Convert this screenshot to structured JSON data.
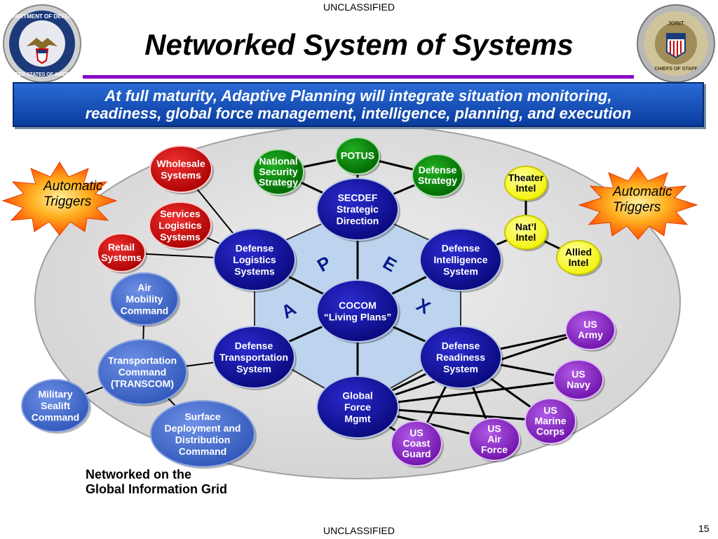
{
  "classification_top": "UNCLASSIFIED",
  "classification_bottom": "UNCLASSIFIED",
  "page_number": "15",
  "title": "Networked System of Systems",
  "banner_lines": [
    "At full maturity, Adaptive Planning will integrate situation monitoring,",
    "readiness, global force management, intelligence, planning, and execution"
  ],
  "seals": [
    {
      "name": "department-of-defense-seal",
      "text": [
        "DEPARTMENT OF DEFENSE",
        "UNITED STATES OF AMERICA"
      ]
    },
    {
      "name": "joint-chiefs-of-staff-seal",
      "text": [
        "JOINT",
        "CHIEFS OF STAFF"
      ]
    }
  ],
  "triggers": [
    {
      "lines": [
        "Automatic",
        "Triggers"
      ]
    },
    {
      "lines": [
        "Automatic",
        "Triggers"
      ]
    }
  ],
  "apex_letters": [
    "A",
    "P",
    "E",
    "X"
  ],
  "footer_lines": [
    "Networked on the",
    "Global Information Grid"
  ],
  "colors": {
    "hub_blue": "#0d0d8c",
    "service_blue": "#3a64c8",
    "logistics_red": "#c40000",
    "policy_green": "#007a00",
    "intel_yellow": "#ffff1a",
    "service_purple": "#8a1ec2",
    "apex_fill": "#bcd4ee",
    "title_rule": "#8b00c8"
  },
  "nodes": [
    {
      "id": "potus",
      "lines": [
        "POTUS"
      ],
      "color": "green"
    },
    {
      "id": "national-security-strategy",
      "lines": [
        "National",
        "Security",
        "Strategy"
      ],
      "color": "green"
    },
    {
      "id": "defense-strategy",
      "lines": [
        "Defense",
        "Strategy"
      ],
      "color": "green"
    },
    {
      "id": "secdef-strategic-direction",
      "lines": [
        "SECDEF",
        "Strategic",
        "Direction"
      ],
      "color": "navy"
    },
    {
      "id": "defense-logistics-systems",
      "lines": [
        "Defense",
        "Logistics",
        "Systems"
      ],
      "color": "navy"
    },
    {
      "id": "defense-intelligence-system",
      "lines": [
        "Defense",
        "Intelligence",
        "System"
      ],
      "color": "navy"
    },
    {
      "id": "cocom-living-plans",
      "lines": [
        "COCOM",
        "“Living Plans”"
      ],
      "color": "navy"
    },
    {
      "id": "defense-transportation-system",
      "lines": [
        "Defense",
        "Transportation",
        "System"
      ],
      "color": "navy"
    },
    {
      "id": "defense-readiness-system",
      "lines": [
        "Defense",
        "Readiness",
        "System"
      ],
      "color": "navy"
    },
    {
      "id": "global-force-mgmt",
      "lines": [
        "Global",
        "Force",
        "Mgmt"
      ],
      "color": "navy"
    },
    {
      "id": "wholesale-systems",
      "lines": [
        "Wholesale",
        "Systems"
      ],
      "color": "red"
    },
    {
      "id": "services-logistics-systems",
      "lines": [
        "Services",
        "Logistics",
        "Systems"
      ],
      "color": "red"
    },
    {
      "id": "retail-systems",
      "lines": [
        "Retail",
        "Systems"
      ],
      "color": "red"
    },
    {
      "id": "air-mobility-command",
      "lines": [
        "Air",
        "Mobility",
        "Command"
      ],
      "color": "blue"
    },
    {
      "id": "transcom",
      "lines": [
        "Transportation",
        "Command",
        "(TRANSCOM)"
      ],
      "color": "blue"
    },
    {
      "id": "military-sealift-command",
      "lines": [
        "Military",
        "Sealift",
        "Command"
      ],
      "color": "blue"
    },
    {
      "id": "surface-deployment-distribution-command",
      "lines": [
        "Surface",
        "Deployment and",
        "Distribution",
        "Command"
      ],
      "color": "blue"
    },
    {
      "id": "theater-intel",
      "lines": [
        "Theater",
        "Intel"
      ],
      "color": "yellow"
    },
    {
      "id": "natl-intel",
      "lines": [
        "Nat’l",
        "Intel"
      ],
      "color": "yellow"
    },
    {
      "id": "allied-intel",
      "lines": [
        "Allied",
        "Intel"
      ],
      "color": "yellow"
    },
    {
      "id": "us-army",
      "lines": [
        "US",
        "Army"
      ],
      "color": "purple"
    },
    {
      "id": "us-navy",
      "lines": [
        "US",
        "Navy"
      ],
      "color": "purple"
    },
    {
      "id": "us-marine-corps",
      "lines": [
        "US",
        "Marine",
        "Corps"
      ],
      "color": "purple"
    },
    {
      "id": "us-air-force",
      "lines": [
        "US",
        "Air",
        "Force"
      ],
      "color": "purple"
    },
    {
      "id": "us-coast-guard",
      "lines": [
        "US",
        "Coast",
        "Guard"
      ],
      "color": "purple"
    }
  ]
}
